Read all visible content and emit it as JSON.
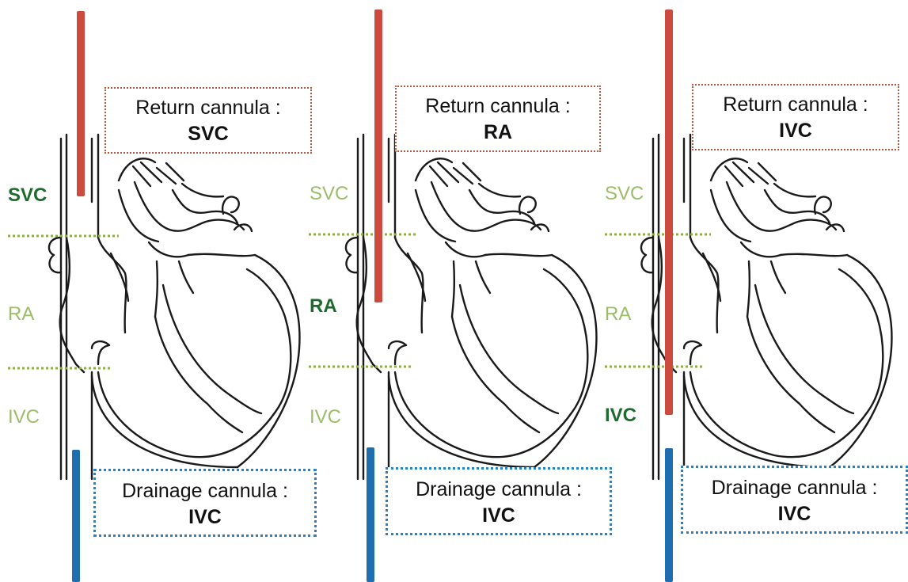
{
  "colors": {
    "return_cannula": "#cc4a3e",
    "drainage_cannula": "#1f6fb0",
    "level_line": "#8fae4a",
    "label_dim": "#9bbd6a",
    "label_highlight": "#1e6b2e"
  },
  "panels": [
    {
      "return_box": {
        "line1": "Return cannula :",
        "line2": "SVC"
      },
      "drainage_box": {
        "line1": "Drainage cannula :",
        "line2": "IVC"
      },
      "labels": {
        "svc": "SVC",
        "ra": "RA",
        "ivc": "IVC"
      },
      "highlighted": "svc"
    },
    {
      "return_box": {
        "line1": "Return cannula :",
        "line2": "RA"
      },
      "drainage_box": {
        "line1": "Drainage cannula :",
        "line2": "IVC"
      },
      "labels": {
        "svc": "SVC",
        "ra": "RA",
        "ivc": "IVC"
      },
      "highlighted": "ra"
    },
    {
      "return_box": {
        "line1": "Return cannula :",
        "line2": "IVC"
      },
      "drainage_box": {
        "line1": "Drainage cannula :",
        "line2": "IVC"
      },
      "labels": {
        "svc": "SVC",
        "ra": "RA",
        "ivc": "IVC"
      },
      "highlighted": "ivc"
    }
  ]
}
